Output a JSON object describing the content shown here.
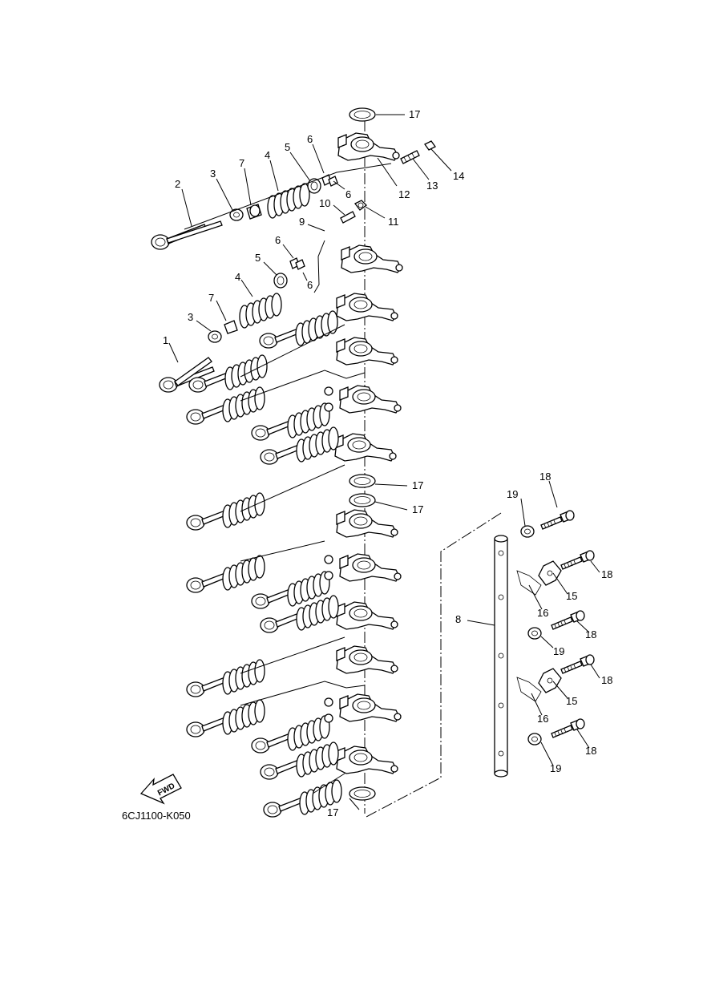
{
  "diagram": {
    "code": "6CJ1100-K050",
    "fwd_label": "FWD",
    "callouts": [
      "1",
      "2",
      "3",
      "4",
      "5",
      "6",
      "7",
      "8",
      "9",
      "10",
      "11",
      "12",
      "13",
      "14",
      "15",
      "16",
      "17",
      "18",
      "19"
    ]
  }
}
